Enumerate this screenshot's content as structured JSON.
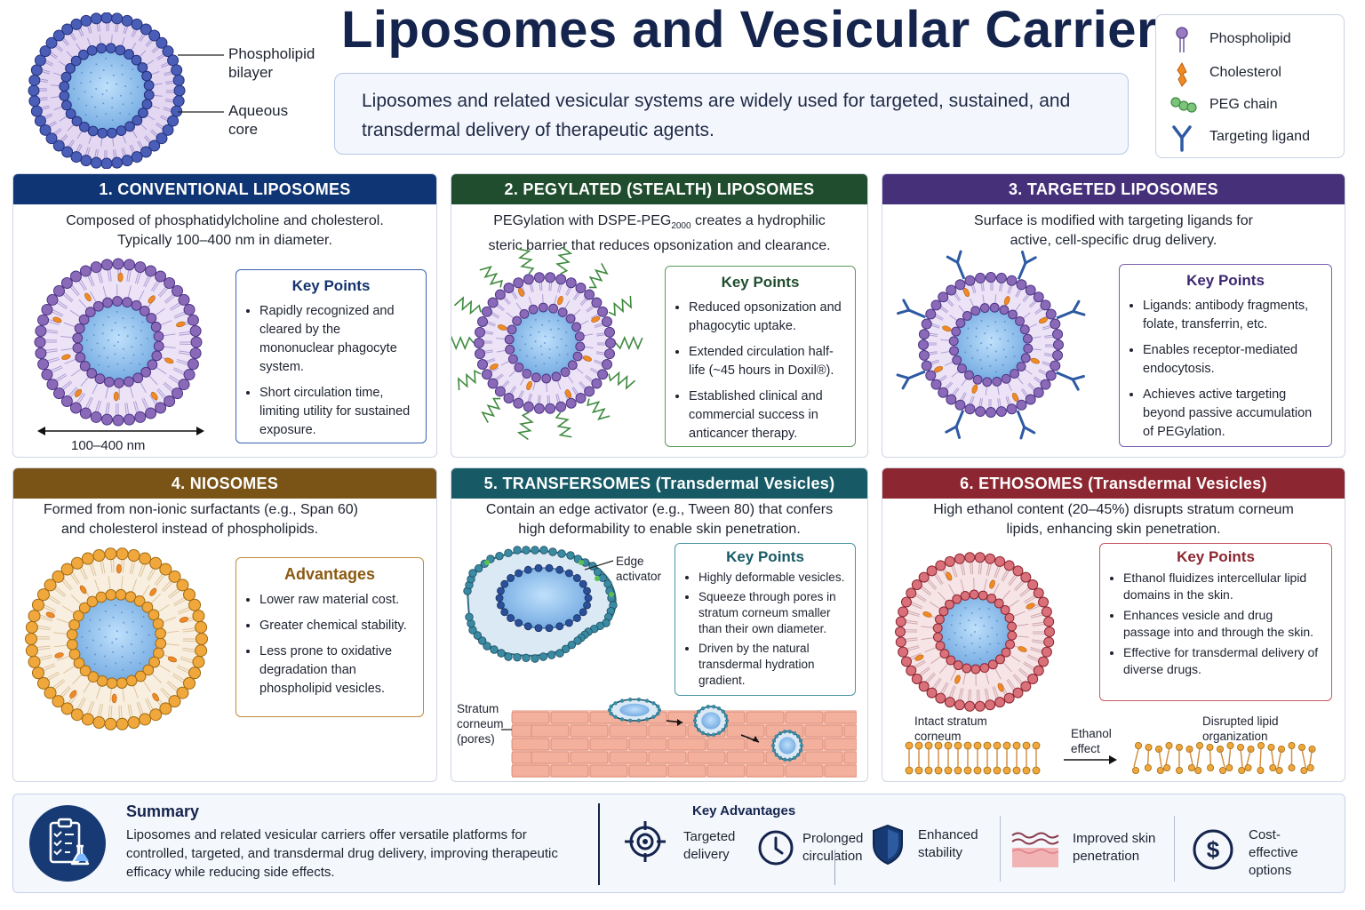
{
  "title": "Liposomes and Vesicular Carriers",
  "intro": "Liposomes and related vesicular systems are widely used for targeted, sustained, and transdermal delivery of therapeutic agents.",
  "hero": {
    "label_bilayer": "Phospholipid bilayer",
    "label_core": "Aqueous core"
  },
  "legend": [
    {
      "label": "Phospholipid",
      "icon": "phospholipid-icon"
    },
    {
      "label": "Cholesterol",
      "icon": "cholesterol-icon"
    },
    {
      "label": "PEG chain",
      "icon": "peg-chain-icon"
    },
    {
      "label": "Targeting ligand",
      "icon": "targeting-ligand-icon"
    }
  ],
  "panels": [
    {
      "title": "1. CONVENTIONAL LIPOSOMES",
      "color": "#0f3574",
      "desc1": "Composed of phosphatidylcholine and cholesterol.",
      "desc2": "Typically 100–400 nm in diameter.",
      "box_title": "Key Points",
      "points": [
        "Rapidly recognized and cleared by the mononuclear phagocyte system.",
        "Short circulation time, limiting utility for sustained exposure."
      ],
      "size_label": "100–400 nm"
    },
    {
      "title": "2. PEGYLATED (STEALTH) LIPOSOMES",
      "color": "#1f4d2d",
      "desc1_a": "PEGylation with DSPE-PEG",
      "desc1_sub": "2000",
      "desc1_b": " creates a hydrophilic",
      "desc2": "steric barrier that reduces opsonization and clearance.",
      "box_title": "Key Points",
      "points": [
        "Reduced opsonization and phagocytic uptake.",
        "Extended circulation half-life (~45 hours in Doxil®).",
        "Established clinical and commercial success in anticancer therapy."
      ]
    },
    {
      "title": "3. TARGETED LIPOSOMES",
      "color": "#46307a",
      "desc1": "Surface is modified with targeting ligands for",
      "desc2": "active, cell-specific drug delivery.",
      "box_title": "Key Points",
      "points": [
        "Ligands: antibody fragments, folate, transferrin, etc.",
        "Enables receptor-mediated endocytosis.",
        "Achieves active targeting beyond passive accumulation of PEGylation."
      ]
    },
    {
      "title": "4. NIOSOMES",
      "color": "#7a5417",
      "desc1": "Formed from non-ionic surfactants (e.g., Span 60)",
      "desc2": "and cholesterol instead of phospholipids.",
      "box_title": "Advantages",
      "points": [
        "Lower raw material cost.",
        "Greater chemical stability.",
        "Less prone to oxidative degradation than phospholipid vesicles."
      ]
    },
    {
      "title": "5. TRANSFERSOMES (Transdermal Vesicles)",
      "color": "#175a66",
      "desc1": "Contain an edge activator (e.g., Tween 80) that confers",
      "desc2": "high deformability to enable skin penetration.",
      "box_title": "Key Points",
      "points": [
        "Highly deformable vesicles.",
        "Squeeze through pores in stratum corneum smaller than their own diameter.",
        "Driven by the natural transdermal hydration gradient."
      ],
      "edge_label": "Edge activator",
      "sc_label": "Stratum corneum (pores)"
    },
    {
      "title": "6. ETHOSOMES (Transdermal Vesicles)",
      "color": "#8c2630",
      "desc1": "High ethanol content (20–45%) disrupts stratum corneum",
      "desc2": "lipids, enhancing skin penetration.",
      "box_title": "Key Points",
      "points": [
        "Ethanol fluidizes intercellular lipid domains in the skin.",
        "Enhances vesicle and drug passage into and through the skin.",
        "Effective for transdermal delivery of diverse drugs."
      ],
      "intact_label": "Intact stratum corneum",
      "ethanol_label": "Ethanol effect",
      "disrupted_label": "Disrupted lipid organization"
    }
  ],
  "summary": {
    "title": "Summary",
    "text": "Liposomes and related vesicular carriers offer versatile platforms for controlled, targeted, and transdermal drug delivery, improving therapeutic efficacy while reducing side effects.",
    "adv_title": "Key Advantages",
    "advantages": [
      {
        "label": "Targeted delivery",
        "icon": "target-icon"
      },
      {
        "label": "Prolonged circulation",
        "icon": "clock-icon"
      },
      {
        "label": "Enhanced stability",
        "icon": "shield-icon"
      },
      {
        "label": "Improved skin penetration",
        "icon": "skin-layers-icon"
      },
      {
        "label": "Cost-effective options",
        "icon": "dollar-icon"
      }
    ]
  },
  "colors": {
    "navy": "#14244d",
    "core_blue": "#8fbfee",
    "cholesterol_orange": "#f08a24"
  }
}
